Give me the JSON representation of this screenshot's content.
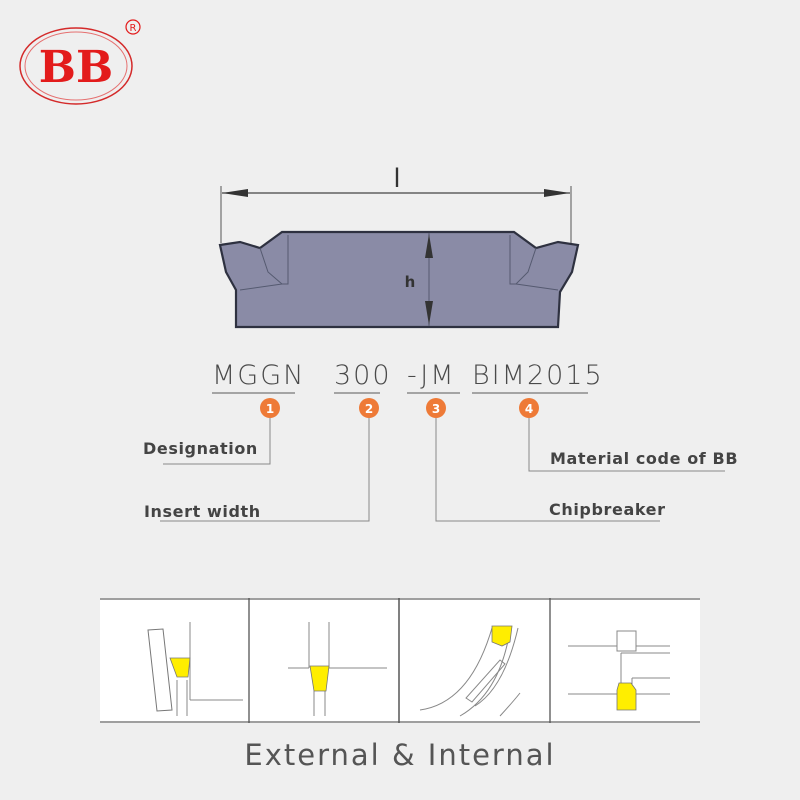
{
  "brand": {
    "logo_text": "BB",
    "registered_mark": "®",
    "color": "#e31b1b"
  },
  "insert_drawing": {
    "dimension_length_label": "l",
    "dimension_height_label": "h",
    "fill_color": "#8a8ba6",
    "outline_color": "#2e3140"
  },
  "designation_code": {
    "parts": [
      {
        "text": "MGGN",
        "number": "1",
        "meaning": "Designation"
      },
      {
        "text": "300",
        "number": "2",
        "meaning": "Insert width"
      },
      {
        "text": "-JM",
        "number": "3",
        "meaning": "Chipbreaker"
      },
      {
        "text": "BIM2015",
        "number": "4",
        "meaning": "Material code of BB"
      }
    ],
    "badge_color": "#ee7a37"
  },
  "applications": {
    "panels": [
      {
        "name": "external-grooving-tilted"
      },
      {
        "name": "external-grooving-straight"
      },
      {
        "name": "face-grooving-curved"
      },
      {
        "name": "internal-grooving"
      }
    ],
    "insert_color": "#ffee00",
    "title": "External & Internal"
  }
}
